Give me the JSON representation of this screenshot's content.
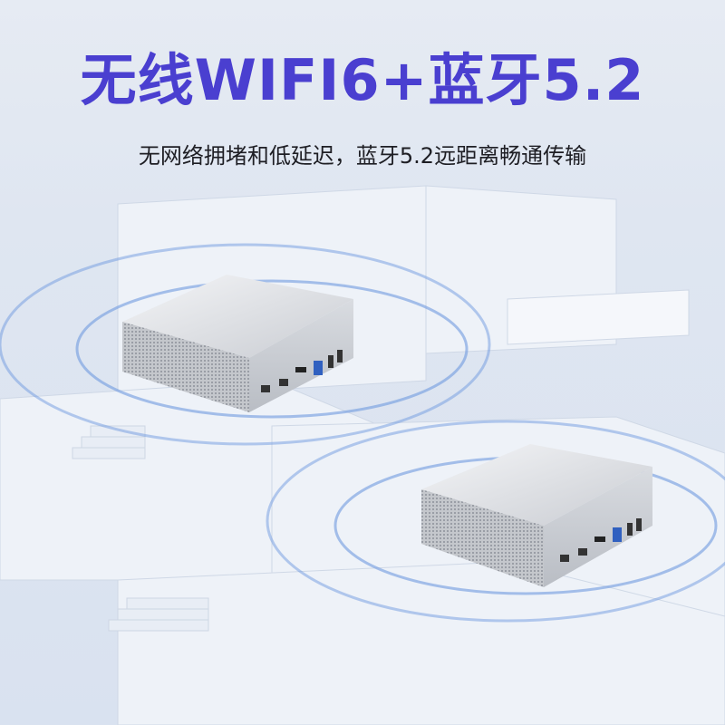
{
  "header": {
    "title": "无线WIFI6+蓝牙5.2",
    "subtitle": "无网络拥堵和低延迟，蓝牙5.2远距离畅通传输",
    "accent_color": "#4a3fd0"
  },
  "scene": {
    "devices": [
      {
        "name": "mini-pc-upper",
        "icon": "mini-pc"
      },
      {
        "name": "mini-pc-lower",
        "icon": "mini-pc"
      }
    ]
  }
}
